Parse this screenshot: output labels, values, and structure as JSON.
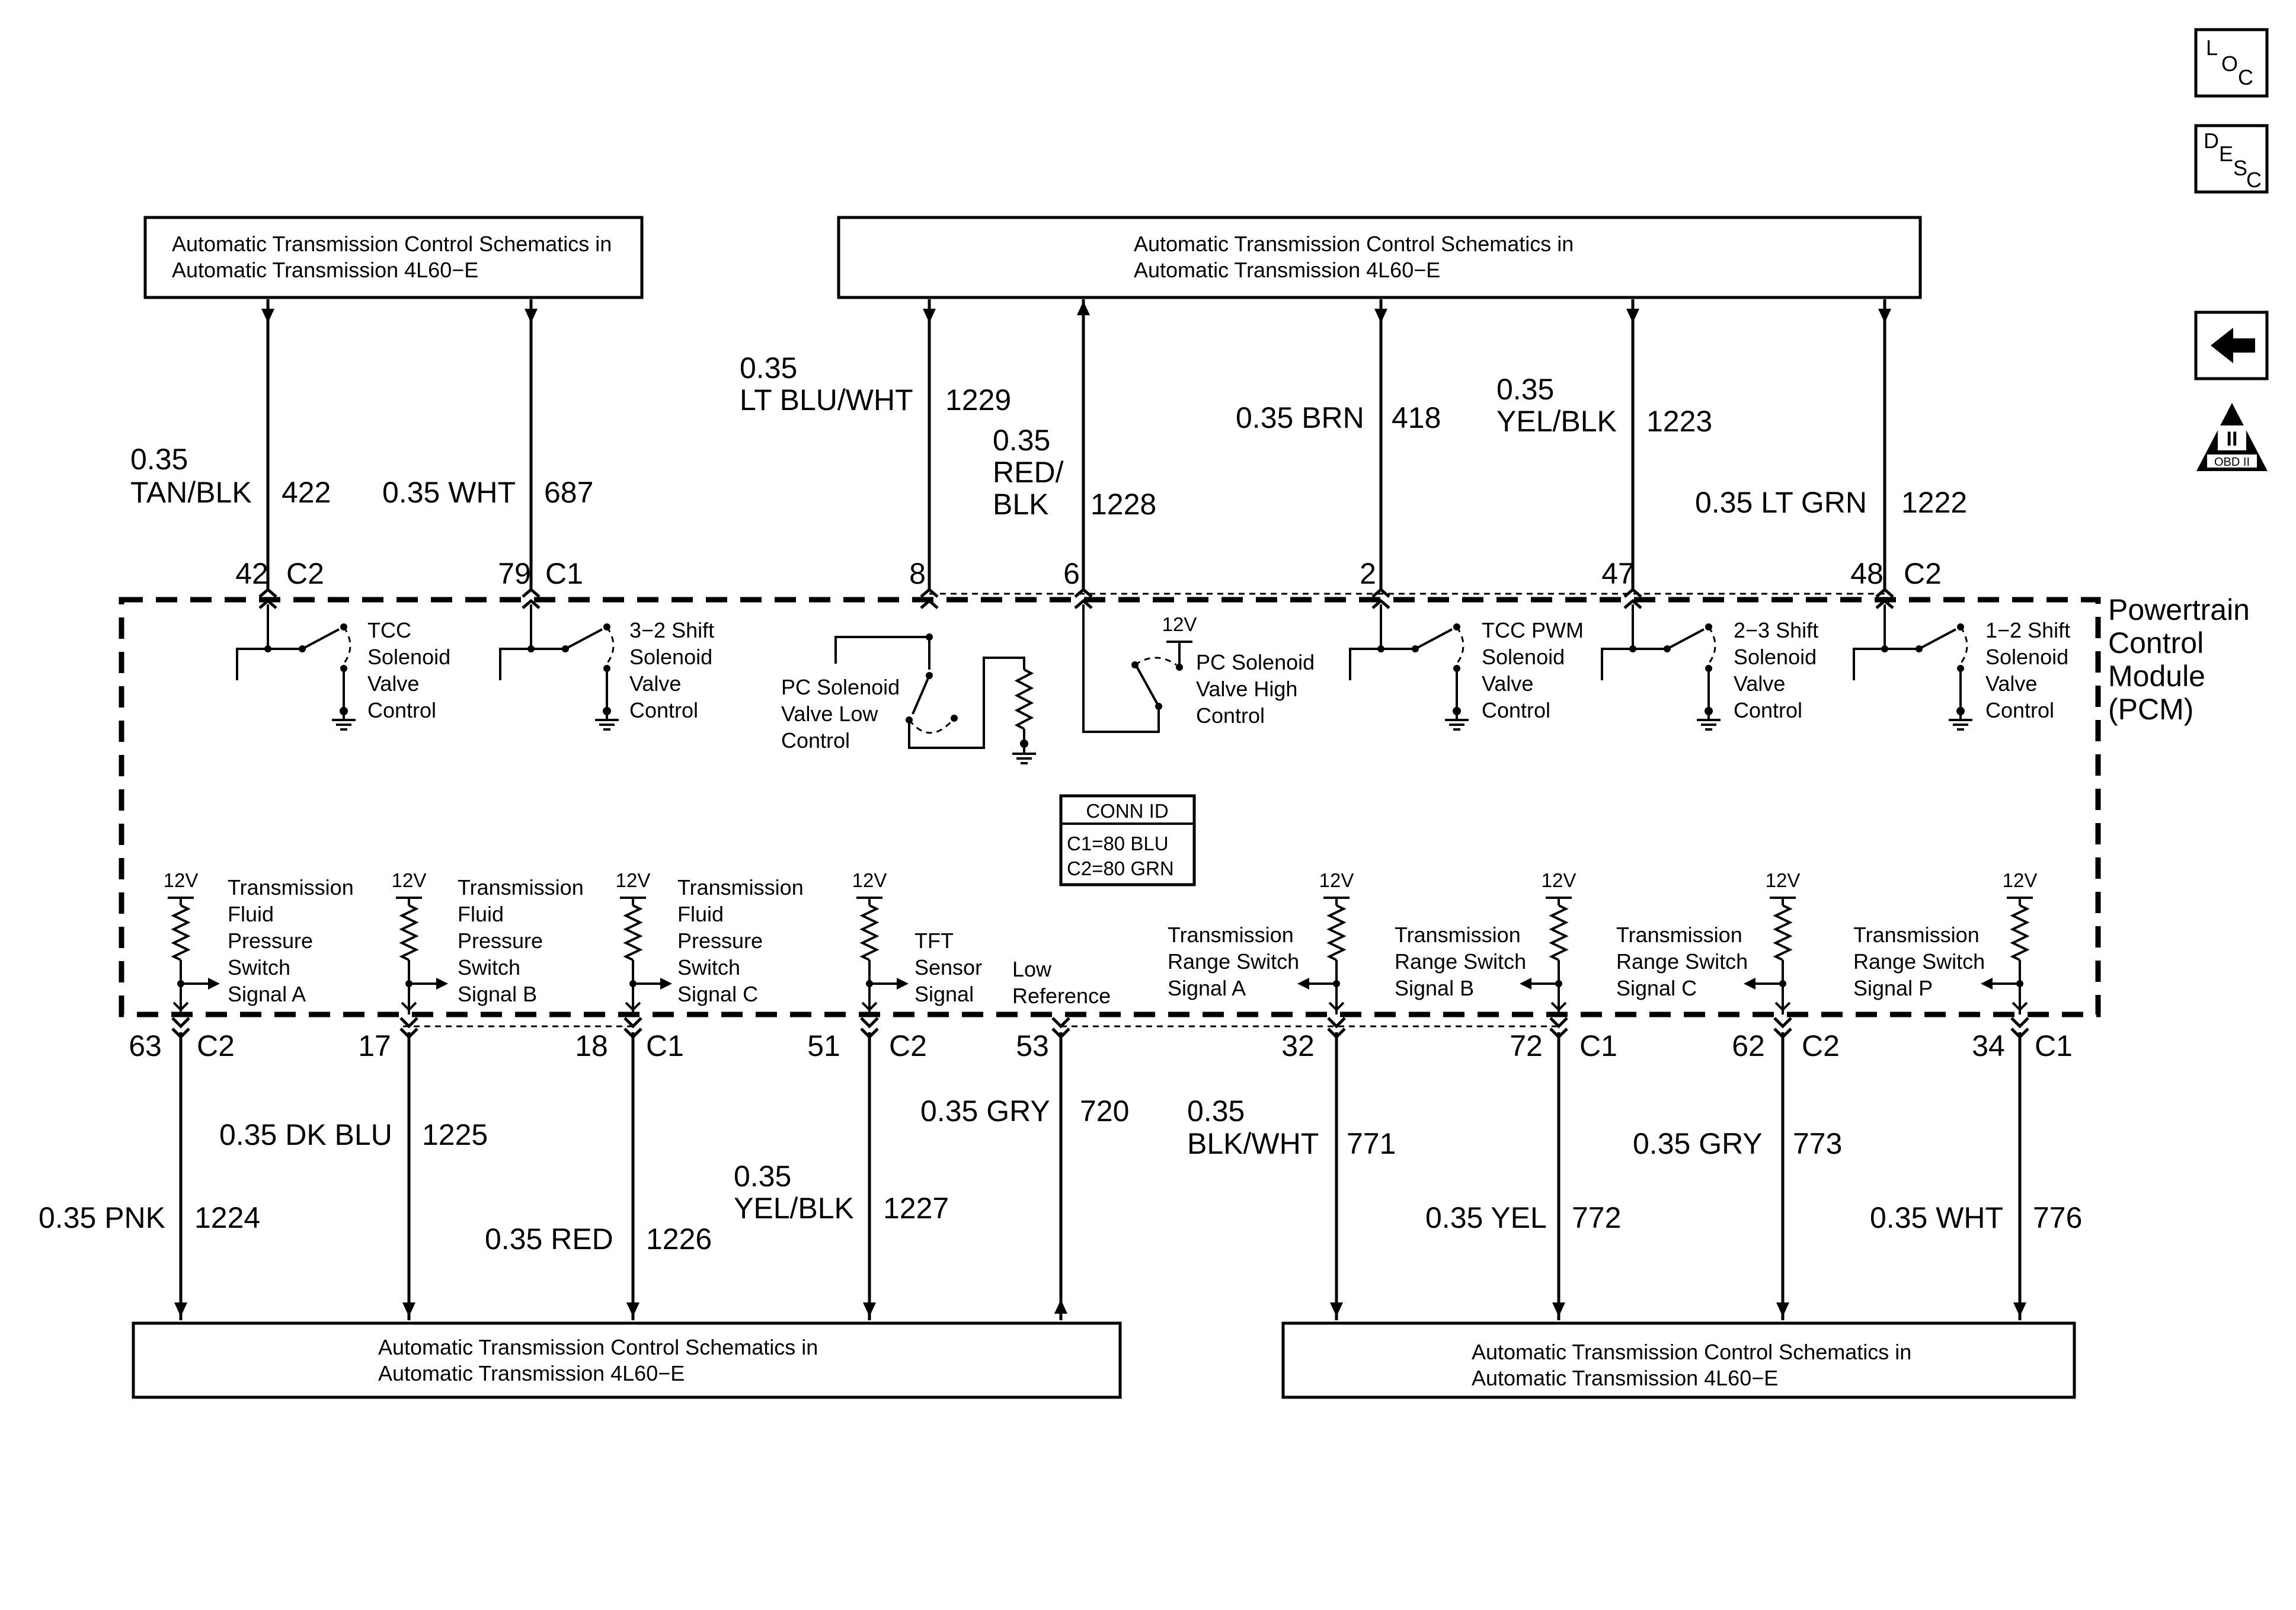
{
  "nav": {
    "loc": [
      "L",
      "O",
      "C"
    ],
    "desc": [
      "D",
      "E",
      "S",
      "C"
    ],
    "obd": {
      "numeral": "II",
      "label": "OBD II"
    }
  },
  "module": {
    "title": [
      "Powertrain",
      "Control",
      "Module",
      "(PCM)"
    ]
  },
  "top_box": {
    "text": [
      "Automatic Transmission Control Schematics in",
      "Automatic Transmission 4L60−E"
    ]
  },
  "conn_id": {
    "title": "CONN ID",
    "lines": [
      "C1=80 BLU",
      "C2=80 GRN"
    ]
  },
  "top_circuits": [
    {
      "wire_lines": [
        "0.35",
        "TAN/BLK"
      ],
      "circuit": "422",
      "pin": "42",
      "conn": "C2",
      "dir": "down",
      "label_lines": [
        "TCC",
        "Solenoid",
        "Valve",
        "Control"
      ]
    },
    {
      "wire_lines": [
        "0.35 WHT"
      ],
      "circuit": "687",
      "pin": "79",
      "conn": "C1",
      "dir": "down",
      "label_lines": [
        "3−2 Shift",
        "Solenoid",
        "Valve",
        "Control"
      ]
    },
    {
      "wire_lines": [
        "0.35",
        "LT BLU/WHT"
      ],
      "circuit": "1229",
      "pin": "8",
      "conn": "",
      "dir": "down",
      "label_lines": [
        "PC Solenoid",
        "Valve Low",
        "Control"
      ]
    },
    {
      "wire_lines": [
        "0.35",
        "RED/",
        "BLK"
      ],
      "circuit": "1228",
      "pin": "6",
      "conn": "",
      "dir": "up",
      "label_lines": [
        "PC Solenoid",
        "Valve High",
        "Control"
      ],
      "supply": "12V"
    },
    {
      "wire_lines": [
        "0.35 BRN"
      ],
      "circuit": "418",
      "pin": "2",
      "conn": "",
      "dir": "down",
      "label_lines": [
        "TCC PWM",
        "Solenoid",
        "Valve",
        "Control"
      ]
    },
    {
      "wire_lines": [
        "0.35",
        "YEL/BLK"
      ],
      "circuit": "1223",
      "pin": "47",
      "conn": "",
      "dir": "down",
      "label_lines": [
        "2−3 Shift",
        "Solenoid",
        "Valve",
        "Control"
      ]
    },
    {
      "wire_lines": [
        "0.35 LT GRN"
      ],
      "circuit": "1222",
      "pin": "48",
      "conn": "C2",
      "dir": "down",
      "label_lines": [
        "1−2 Shift",
        "Solenoid",
        "Valve",
        "Control"
      ]
    }
  ],
  "bottom_circuits": [
    {
      "wire_lines": [
        "0.35 PNK"
      ],
      "circuit": "1224",
      "pin": "63",
      "conn": "C2",
      "dir": "down",
      "supply": "12V",
      "label_lines": [
        "Transmission",
        "Fluid",
        "Pressure",
        "Switch",
        "Signal A"
      ]
    },
    {
      "wire_lines": [
        "0.35 DK BLU"
      ],
      "circuit": "1225",
      "pin": "17",
      "conn": "",
      "dir": "down",
      "supply": "12V",
      "label_lines": [
        "Transmission",
        "Fluid",
        "Pressure",
        "Switch",
        "Signal B"
      ]
    },
    {
      "wire_lines": [
        "0.35 RED"
      ],
      "circuit": "1226",
      "pin": "18",
      "conn": "C1",
      "dir": "down",
      "supply": "12V",
      "label_lines": [
        "Transmission",
        "Fluid",
        "Pressure",
        "Switch",
        "Signal C"
      ]
    },
    {
      "wire_lines": [
        "0.35",
        "YEL/BLK"
      ],
      "circuit": "1227",
      "pin": "51",
      "conn": "C2",
      "dir": "down",
      "supply": "12V",
      "label_lines": [
        "TFT",
        "Sensor",
        "Signal"
      ]
    },
    {
      "wire_lines": [
        "0.35 GRY"
      ],
      "circuit": "720",
      "pin": "53",
      "conn": "",
      "dir": "up",
      "label_lines": [
        "Low",
        "Reference"
      ]
    },
    {
      "wire_lines": [
        "0.35",
        "BLK/WHT"
      ],
      "circuit": "771",
      "pin": "32",
      "conn": "",
      "dir": "down",
      "supply": "12V",
      "label_lines": [
        "Transmission",
        "Range Switch",
        "Signal A"
      ]
    },
    {
      "wire_lines": [
        "0.35 YEL"
      ],
      "circuit": "772",
      "pin": "72",
      "conn": "C1",
      "dir": "down",
      "supply": "12V",
      "label_lines": [
        "Transmission",
        "Range Switch",
        "Signal B"
      ]
    },
    {
      "wire_lines": [
        "0.35 GRY"
      ],
      "circuit": "773",
      "pin": "62",
      "conn": "C2",
      "dir": "down",
      "supply": "12V",
      "label_lines": [
        "Transmission",
        "Range Switch",
        "Signal C"
      ]
    },
    {
      "wire_lines": [
        "0.35 WHT"
      ],
      "circuit": "776",
      "pin": "34",
      "conn": "C1",
      "dir": "down",
      "supply": "12V",
      "label_lines": [
        "Transmission",
        "Range Switch",
        "Signal P"
      ]
    }
  ]
}
